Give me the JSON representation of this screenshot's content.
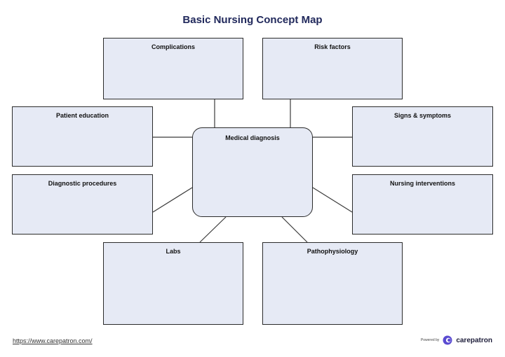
{
  "title": "Basic Nursing Concept Map",
  "center": {
    "label": "Medical diagnosis"
  },
  "nodes": {
    "complications": "Complications",
    "risk_factors": "Risk factors",
    "patient_education": "Patient education",
    "signs_symptoms": "Signs & symptoms",
    "diagnostic_procedures": "Diagnostic procedures",
    "nursing_interventions": "Nursing interventions",
    "labs": "Labs",
    "pathophysiology": "Pathophysiology"
  },
  "footer": {
    "url": "https://www.carepatron.com/",
    "powered_by": "Powered by",
    "brand": "carepatron",
    "logo_icon": "carepatron-logo-icon"
  },
  "colors": {
    "box_fill": "#e6eaf5",
    "border": "#2b2b2b",
    "title": "#21295c",
    "brand_accent": "#5a4bd1"
  }
}
